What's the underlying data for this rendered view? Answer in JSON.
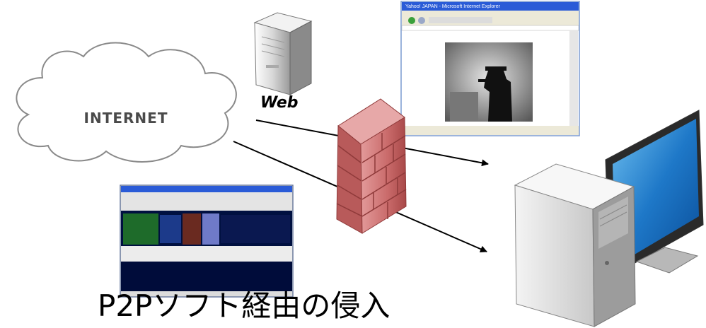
{
  "cloud": {
    "label": "INTERNET"
  },
  "server": {
    "label": "Web"
  },
  "caption": "P2Pソフト経由の侵入",
  "browser": {
    "title": "Yahoo! JAPAN - Microsoft Internet Explorer"
  },
  "colors": {
    "firewall": "#c96a6a",
    "firewall_dark": "#8f3a3a",
    "app_bg": "#000c3a",
    "app_green": "#1e6b2a",
    "monitor_screen": "#1e78c8"
  }
}
